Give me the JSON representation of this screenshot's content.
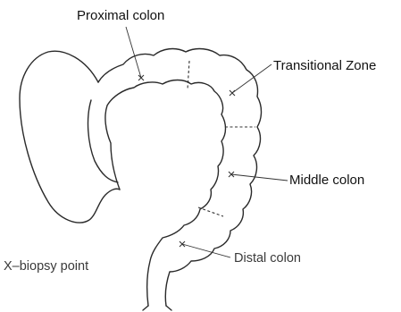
{
  "labels": {
    "proximal": "Proximal colon",
    "transitional": "Transitional Zone",
    "middle": "Middle colon",
    "distal": "Distal colon",
    "legend": "X–biopsy point"
  },
  "legend_symbol": "biopsy-point-x",
  "colors": {
    "outline": "#2a2a2a",
    "text": "#111111"
  }
}
